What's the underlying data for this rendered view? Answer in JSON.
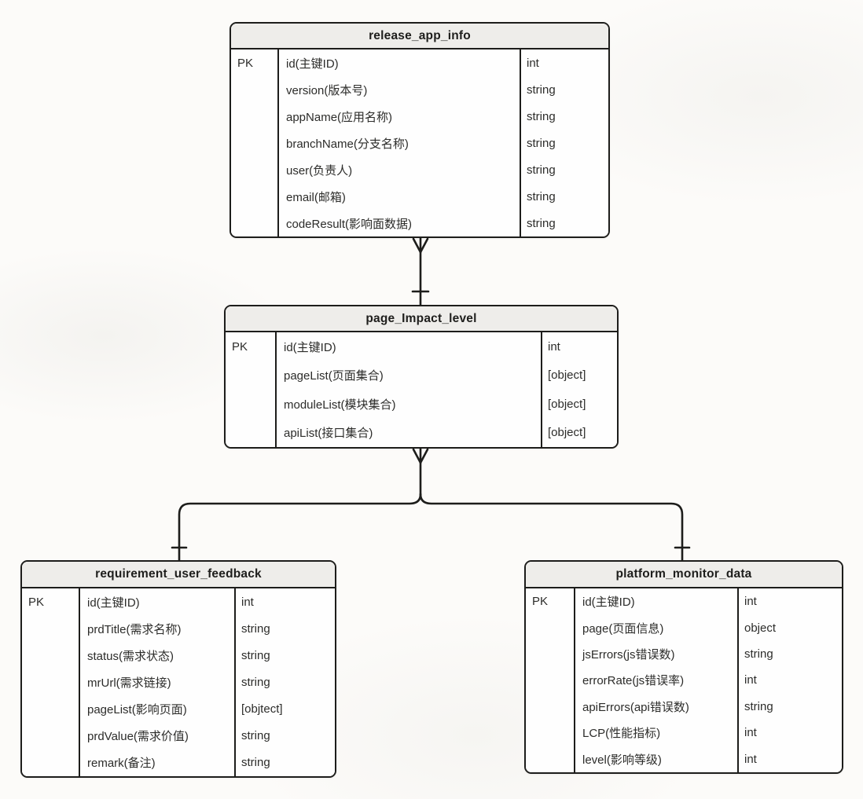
{
  "diagram": {
    "type": "entity-relationship",
    "notation": "crow-foot",
    "colors": {
      "border": "#1d1d1b",
      "header_bg": "#eeedea",
      "body_bg": "#fefefe",
      "canvas_bg": "#fcfbf9",
      "text": "#2c2c2a"
    }
  },
  "entities": [
    {
      "name": "release_app_info",
      "rows": [
        {
          "key": "PK",
          "field": "id(主键ID)",
          "type": "int"
        },
        {
          "key": "",
          "field": "version(版本号)",
          "type": "string"
        },
        {
          "key": "",
          "field": "appName(应用名称)",
          "type": "string"
        },
        {
          "key": "",
          "field": "branchName(分支名称)",
          "type": "string"
        },
        {
          "key": "",
          "field": "user(负责人)",
          "type": "string"
        },
        {
          "key": "",
          "field": "email(邮箱)",
          "type": "string"
        },
        {
          "key": "",
          "field": "codeResult(影响面数据)",
          "type": "string"
        }
      ]
    },
    {
      "name": "page_Impact_level",
      "rows": [
        {
          "key": "PK",
          "field": "id(主键ID)",
          "type": "int"
        },
        {
          "key": "",
          "field": "pageList(页面集合)",
          "type": "[object]"
        },
        {
          "key": "",
          "field": "moduleList(模块集合)",
          "type": "[object]"
        },
        {
          "key": "",
          "field": "apiList(接口集合)",
          "type": "[object]"
        }
      ]
    },
    {
      "name": "requirement_user_feedback",
      "rows": [
        {
          "key": "PK",
          "field": "id(主键ID)",
          "type": "int"
        },
        {
          "key": "",
          "field": "prdTitle(需求名称)",
          "type": "string"
        },
        {
          "key": "",
          "field": "status(需求状态)",
          "type": "string"
        },
        {
          "key": "",
          "field": "mrUrl(需求链接)",
          "type": "string"
        },
        {
          "key": "",
          "field": "pageList(影响页面)",
          "type": "[objtect]"
        },
        {
          "key": "",
          "field": "prdValue(需求价值)",
          "type": "string"
        },
        {
          "key": "",
          "field": "remark(备注)",
          "type": "string"
        }
      ]
    },
    {
      "name": "platform_monitor_data",
      "rows": [
        {
          "key": "PK",
          "field": "id(主键ID)",
          "type": "int"
        },
        {
          "key": "",
          "field": "page(页面信息)",
          "type": "object"
        },
        {
          "key": "",
          "field": "jsErrors(js错误数)",
          "type": "string"
        },
        {
          "key": "",
          "field": "errorRate(js错误率)",
          "type": "int"
        },
        {
          "key": "",
          "field": "apiErrors(api错误数)",
          "type": "string"
        },
        {
          "key": "",
          "field": "LCP(性能指标)",
          "type": "int"
        },
        {
          "key": "",
          "field": "level(影响等级)",
          "type": "int"
        }
      ]
    }
  ],
  "relationships": [
    {
      "from": "release_app_info",
      "to": "page_Impact_level",
      "from_cardinality": "many",
      "to_cardinality": "one"
    },
    {
      "from": "page_Impact_level",
      "to": "requirement_user_feedback",
      "from_cardinality": "many",
      "to_cardinality": "one"
    },
    {
      "from": "page_Impact_level",
      "to": "platform_monitor_data",
      "from_cardinality": "many",
      "to_cardinality": "one"
    }
  ]
}
